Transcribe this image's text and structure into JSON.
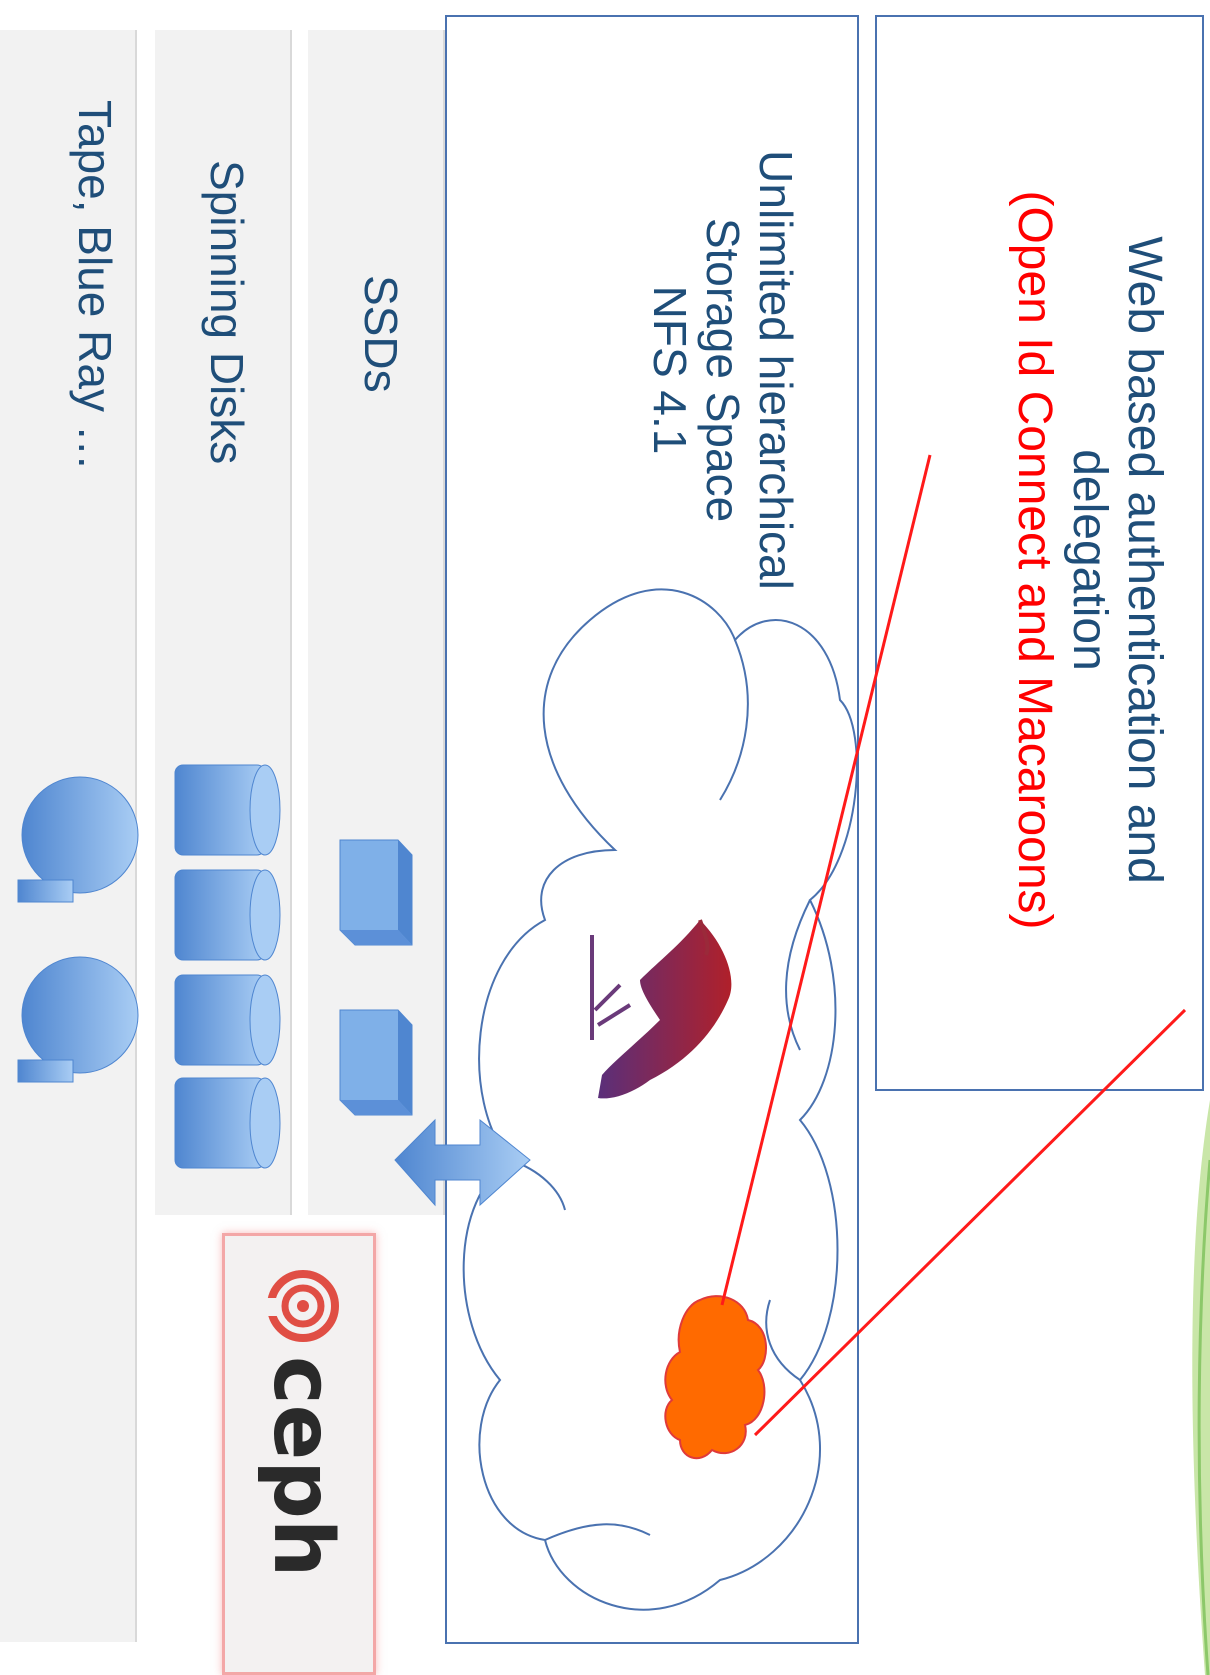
{
  "auth_box": {
    "line1": "Web based authentication and",
    "line2": "delegation",
    "highlight": "(Open Id Connect and Macaroons)"
  },
  "storage_box": {
    "line1": "Unlimited hierarchical",
    "line2": "Storage Space",
    "line3": "NFS 4.1"
  },
  "tiers": {
    "ssd": "SSDs",
    "disks": "Spinning Disks",
    "tape": "Tape, Blue Ray …"
  },
  "ceph": {
    "wordmark": "ceph"
  },
  "icons": {
    "cloud": "cloud-icon",
    "bird": "bird-logo-icon",
    "orange_blob": "orange-cloud-icon",
    "ssd": "ssd-block-icon",
    "disk": "cylinder-disk-icon",
    "tape": "tape-reel-icon",
    "arrow": "double-arrow-icon",
    "ceph_logo": "ceph-logo-icon"
  },
  "colors": {
    "frame": "#4a72b0",
    "text_dark": "#1f4e79",
    "text_red": "#ff0000",
    "connector": "#ff1a1a",
    "blob": "#ff6a00",
    "ceph": "#e04e44",
    "tier_bg": "#f2f2f2",
    "icon_blue_light": "#9cc3ef",
    "icon_blue_dark": "#4f86d0"
  }
}
